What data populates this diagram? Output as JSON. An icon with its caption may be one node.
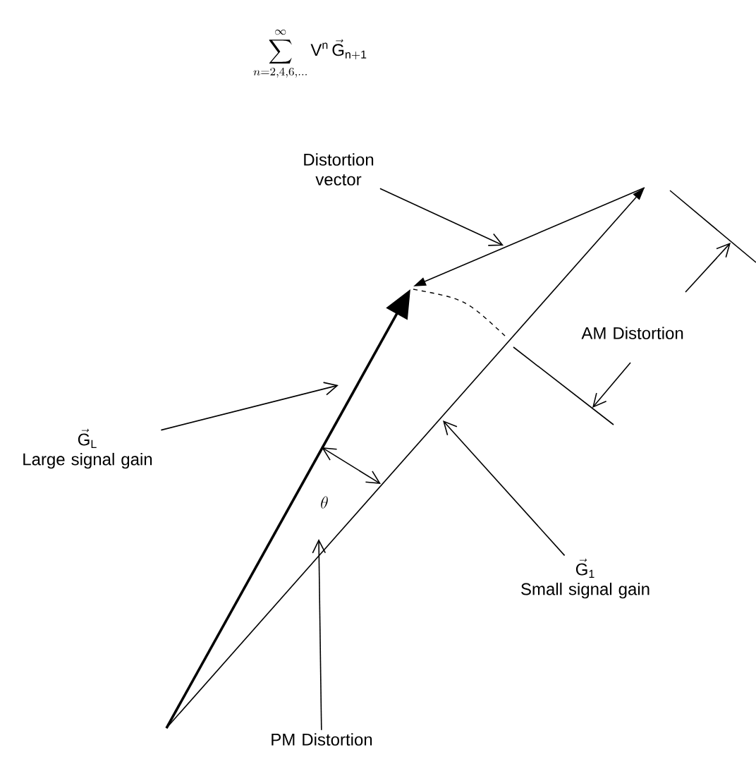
{
  "diagram": {
    "nodes": [
      {
        "text": [
          "\\sum_{n=2,4,6,\\ldots}^{\\infty} \\mathsf{V}^{\\mathsf{n}}\\,\\vec{\\mathsf{G}}_{\\mathsf{n+1}}"
        ]
      },
      {
        "text": [
          "Distortion vector"
        ]
      },
      {
        "text": [
          "AM Distortion"
        ]
      },
      {
        "text": [
          "\\vec{\\mathsf{G}}_{\\mathsf{L}}",
          "Large signal gain"
        ]
      },
      {
        "text": [
          "PM Distortion"
        ]
      },
      {
        "text": [
          "\\vec{\\mathsf{G}}_{\\mathsf{1}}",
          "Small signal gain"
        ]
      }
    ],
    "edges": [
      {
        "from": 1,
        "to": null,
        "arrow": "to"
      },
      {
        "from": 3,
        "to": null,
        "arrow": "to"
      },
      {
        "from": 4,
        "to": null,
        "arrow": "to"
      },
      {
        "from": 5,
        "to": null,
        "arrow": "to"
      }
    ],
    "labels": [
      "\\theta"
    ]
  }
}
